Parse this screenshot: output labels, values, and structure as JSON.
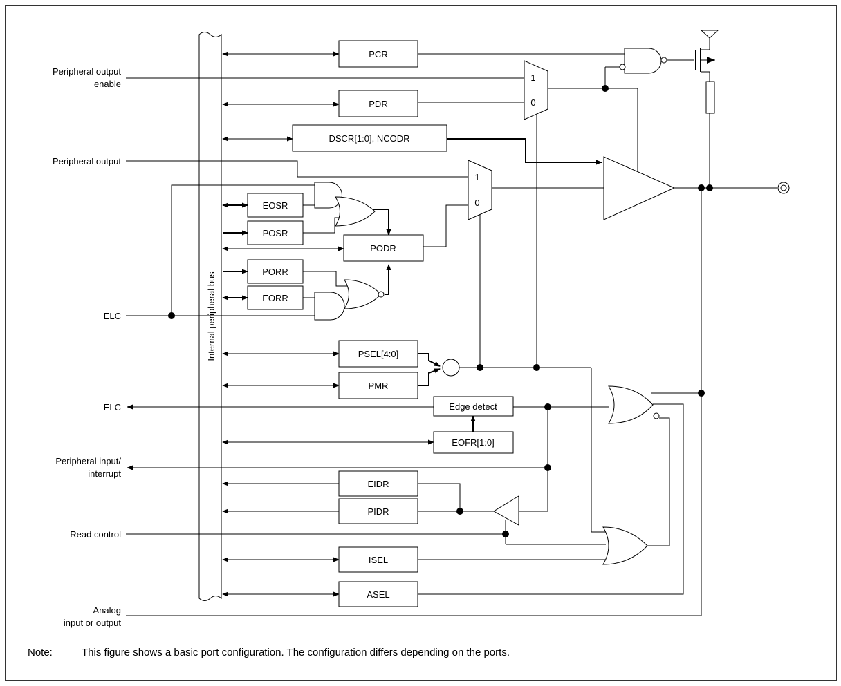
{
  "registers": {
    "pcr": "PCR",
    "pdr": "PDR",
    "dscr": "DSCR[1:0], NCODR",
    "eosr": "EOSR",
    "posr": "POSR",
    "podr": "PODR",
    "porr": "PORR",
    "eorr": "EORR",
    "psel": "PSEL[4:0]",
    "pmr": "PMR",
    "edge": "Edge detect",
    "eofr": "EOFR[1:0]",
    "eidr": "EIDR",
    "pidr": "PIDR",
    "isel": "ISEL",
    "asel": "ASEL"
  },
  "bus_label": "Internal peripheral bus",
  "signals": {
    "peripheral_output_enable": [
      "Peripheral output",
      "enable"
    ],
    "peripheral_output": "Peripheral output",
    "elc_in": "ELC",
    "elc_out": "ELC",
    "peripheral_input": [
      "Peripheral input/",
      "interrupt"
    ],
    "read_control": "Read control",
    "analog": [
      "Analog",
      "input or output"
    ]
  },
  "mux_inputs": {
    "top": "1",
    "bottom": "0"
  },
  "note": {
    "label": "Note:",
    "text": "This figure shows a basic port configuration. The configuration differs depending on the ports."
  }
}
